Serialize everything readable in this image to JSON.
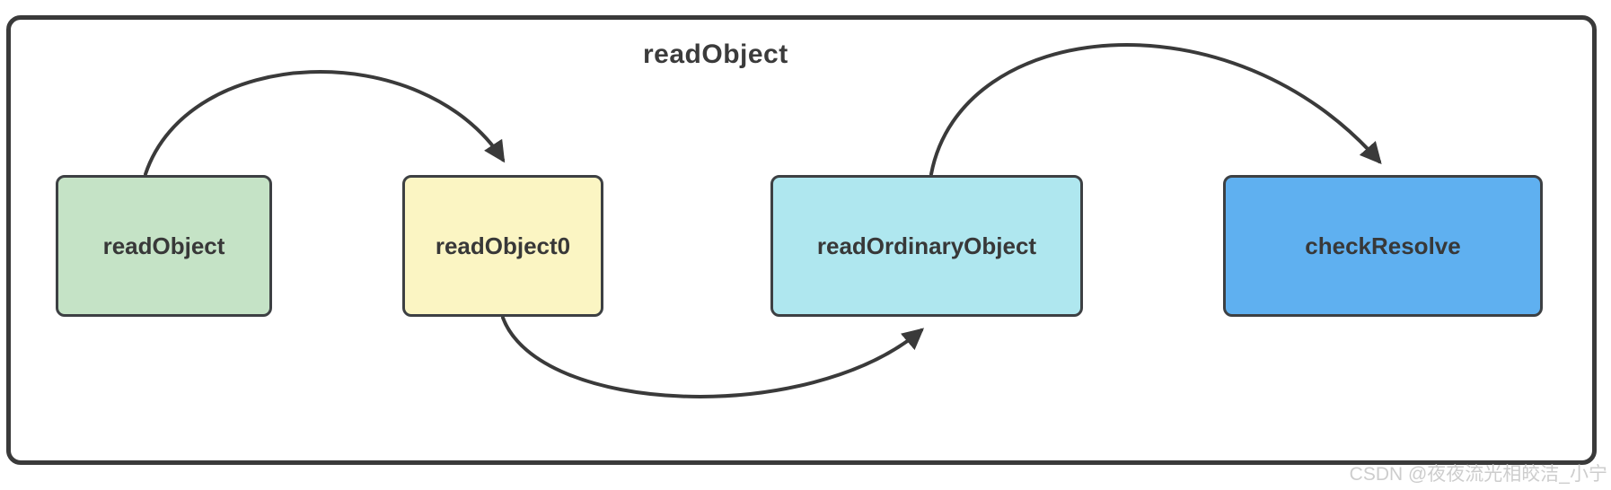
{
  "diagram": {
    "title": "readObject",
    "nodes": [
      {
        "id": "readObject",
        "label": "readObject",
        "fill": "#C5E3C6"
      },
      {
        "id": "readObject0",
        "label": "readObject0",
        "fill": "#FBF5C3"
      },
      {
        "id": "readOrdinaryObject",
        "label": "readOrdinaryObject",
        "fill": "#AFE7EF"
      },
      {
        "id": "checkResolve",
        "label": "checkResolve",
        "fill": "#5FB0F0"
      }
    ],
    "edges": [
      {
        "from": "readObject",
        "to": "readObject0"
      },
      {
        "from": "readObject0",
        "to": "readOrdinaryObject"
      },
      {
        "from": "readOrdinaryObject",
        "to": "checkResolve"
      }
    ],
    "colors": {
      "frame_border": "#3a3a3a",
      "node_border": "#3d4043",
      "line": "#3a3a3a",
      "text": "#3b3b3b"
    }
  },
  "watermark": {
    "text": "CSDN @夜夜流光相皎洁_小宁",
    "color": "#c9c9c9"
  }
}
